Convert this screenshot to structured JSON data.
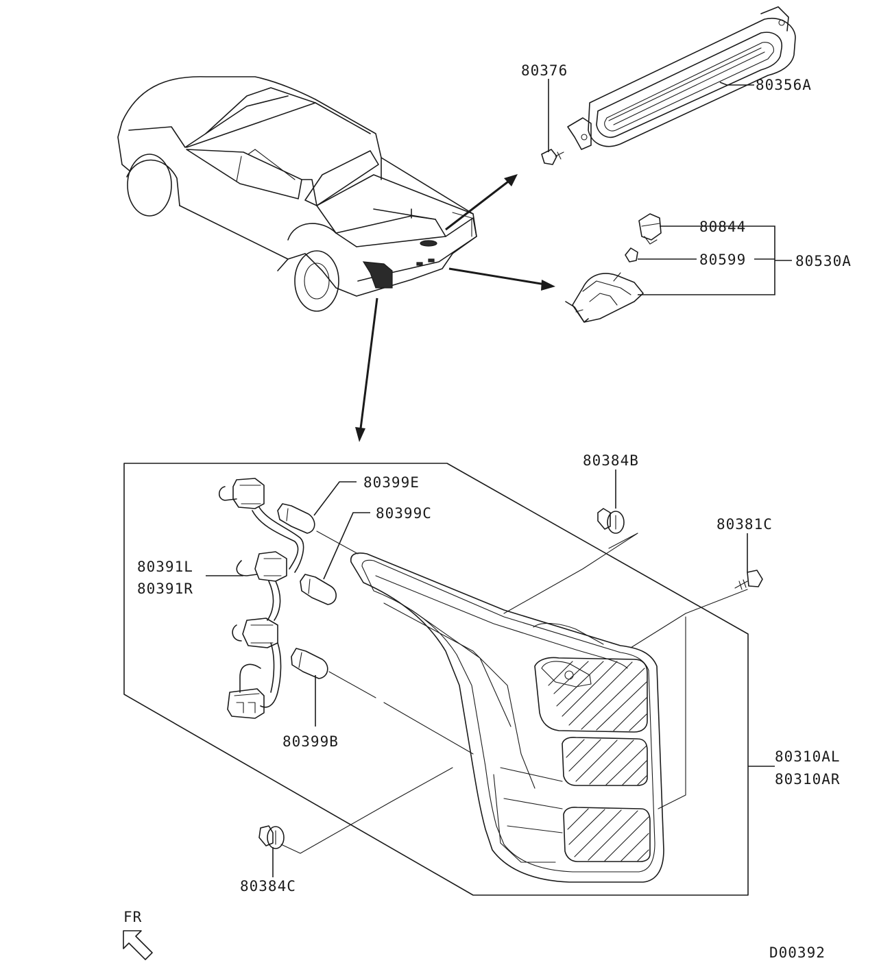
{
  "labels": {
    "p80376": "80376",
    "p80356A": "80356A",
    "p80844": "80844",
    "p80599": "80599",
    "p80530A": "80530A",
    "p80399E": "80399E",
    "p80399C": "80399C",
    "p80384B": "80384B",
    "p80381C": "80381C",
    "p80391L": "80391L",
    "p80391R": "80391R",
    "p80399B": "80399B",
    "p80310AL": "80310AL",
    "p80310AR": "80310AR",
    "p80384C": "80384C"
  },
  "direction": {
    "label": "FR",
    "icon": "front-direction-arrow-icon"
  },
  "diagram_code": "D00392"
}
